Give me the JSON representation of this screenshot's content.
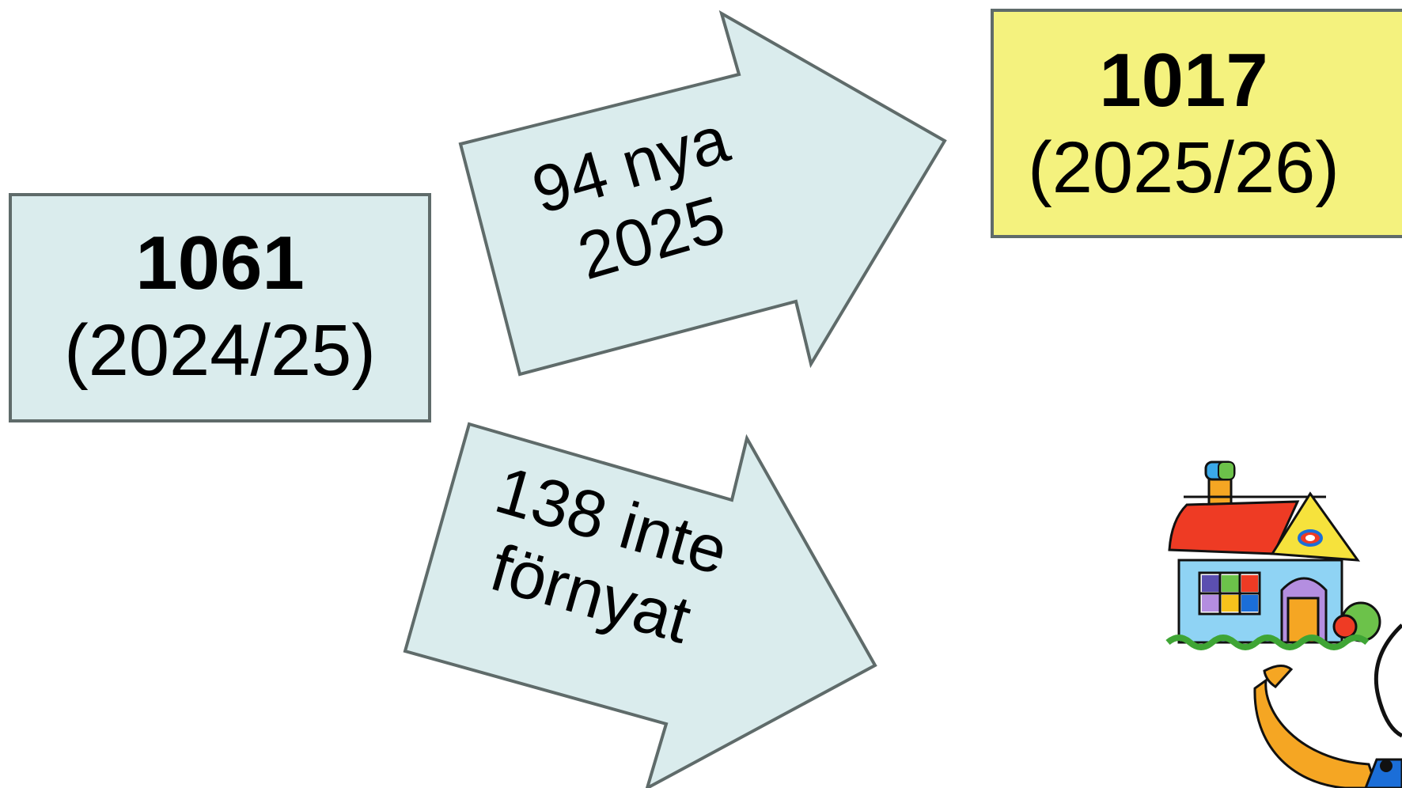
{
  "start": {
    "value": "1061",
    "period": "(2024/25)"
  },
  "end": {
    "value": "1017",
    "period": "(2025/26)"
  },
  "arrow_new": {
    "line1": "94 nya",
    "line2": "2025"
  },
  "arrow_not_renewed": {
    "line1": "138 inte",
    "line2": "förnyat"
  },
  "colors": {
    "start_box": "#daeced",
    "end_box": "#f4f27e",
    "arrow_fill": "#daeced",
    "border": "#5f6b6a"
  },
  "illustration": "colorful-house-clipart"
}
